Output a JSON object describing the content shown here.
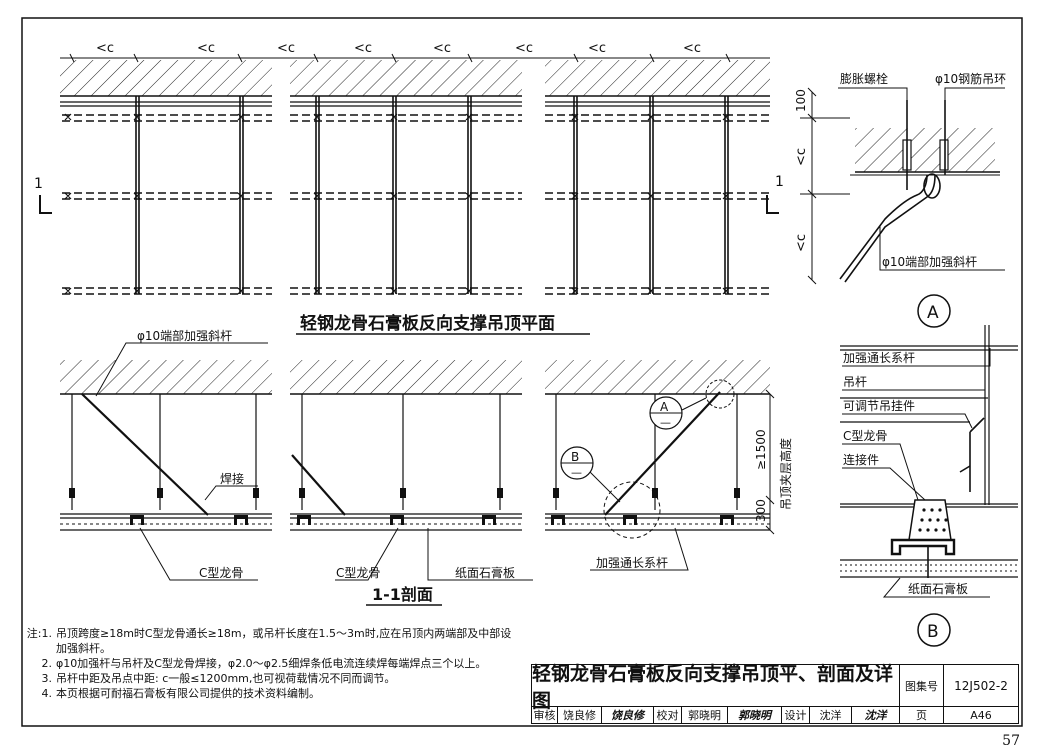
{
  "plan": {
    "dim_c": "<c",
    "title": "轻钢龙骨石膏板反向支撑吊顶平面",
    "section_mark": "1"
  },
  "section": {
    "title": "1-1剖面",
    "label_end_brace": "φ10端部加强斜杆",
    "label_weld": "焊接",
    "label_c_keel_1": "C型龙骨",
    "label_c_keel_2": "C型龙骨",
    "label_gypsum": "纸面石膏板",
    "label_strength_tie": "加强通长系杆",
    "dim_ge_1500": "≥1500",
    "dim_300": "300",
    "label_plenum": "吊顶夹层高度",
    "callout_a": "A",
    "callout_b": "B",
    "callout_dash": "—"
  },
  "detail_a": {
    "label_expansion_bolt": "膨胀螺栓",
    "label_hanger_ring": "φ10钢筋吊环",
    "label_end_brace": "φ10端部加强斜杆",
    "dim_100": "100",
    "dim_c1": "<c",
    "dim_c2": "<c",
    "id": "A"
  },
  "detail_b": {
    "label_tie": "加强通长系杆",
    "label_rod": "吊杆",
    "label_adjustable": "可调节吊挂件",
    "label_c_keel": "C型龙骨",
    "label_connector": "连接件",
    "label_gypsum": "纸面石膏板",
    "id": "B"
  },
  "notes": {
    "prefix": "注:",
    "items": [
      {
        "n": "1.",
        "text": "吊顶跨度≥18m时C型龙骨通长≥18m，或吊杆长度在1.5～3m时,应在吊顶内两端部及中部设加强斜杆。"
      },
      {
        "n": "2.",
        "text": "φ10加强杆与吊杆及C型龙骨焊接，φ2.0～φ2.5细焊条低电流连续焊每端焊点三个以上。"
      },
      {
        "n": "3.",
        "text": "吊杆中距及吊点中距: c一般≤1200mm,也可视荷载情况不同而调节。"
      },
      {
        "n": "4.",
        "text": "本页根据可耐福石膏板有限公司提供的技术资料编制。"
      }
    ]
  },
  "title_block": {
    "main_title": "轻钢龙骨石膏板反向支撑吊顶平、剖面及详图",
    "atlas_label": "图集号",
    "atlas_value": "12J502-2",
    "review_label": "审核",
    "review_name": "饶良修",
    "review_sig": "饶良修",
    "check_label": "校对",
    "check_name": "郭晓明",
    "check_sig": "郭晓明",
    "design_label": "设计",
    "design_name": "沈洋",
    "design_sig": "沈洋",
    "page_label": "页",
    "page_value": "A46"
  },
  "page_number": "57"
}
